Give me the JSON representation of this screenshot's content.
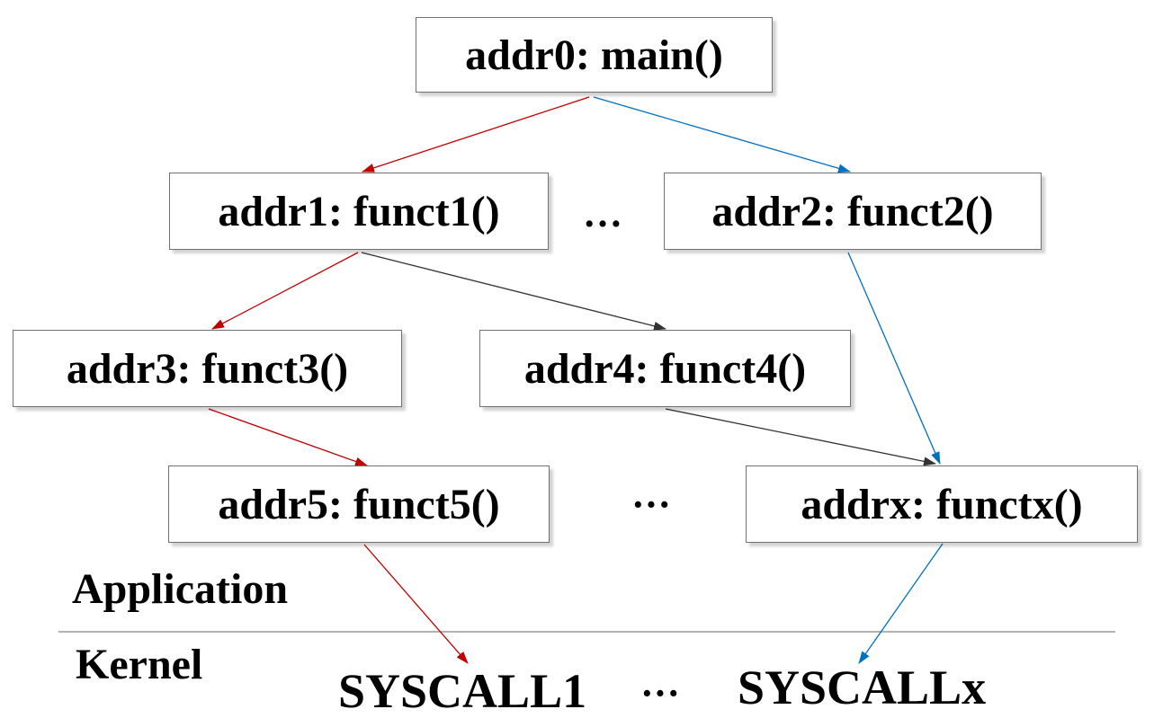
{
  "nodes": {
    "n0": "addr0: main()",
    "n1": "addr1: funct1()",
    "n2": "addr2: funct2()",
    "n3": "addr3: funct3()",
    "n4": "addr4: funct4()",
    "n5": "addr5: funct5()",
    "nx": "addrx: functx()"
  },
  "ellipses": {
    "row1": "…",
    "row4": "···",
    "syscalls": "···"
  },
  "layers": {
    "application": "Application",
    "kernel": "Kernel"
  },
  "syscalls": {
    "s1": "SYSCALL1",
    "sx": "SYSCALLx"
  },
  "colors": {
    "red_path": "#c00000",
    "blue_path": "#0070c0",
    "black_path": "#222222",
    "divider": "#999999"
  }
}
